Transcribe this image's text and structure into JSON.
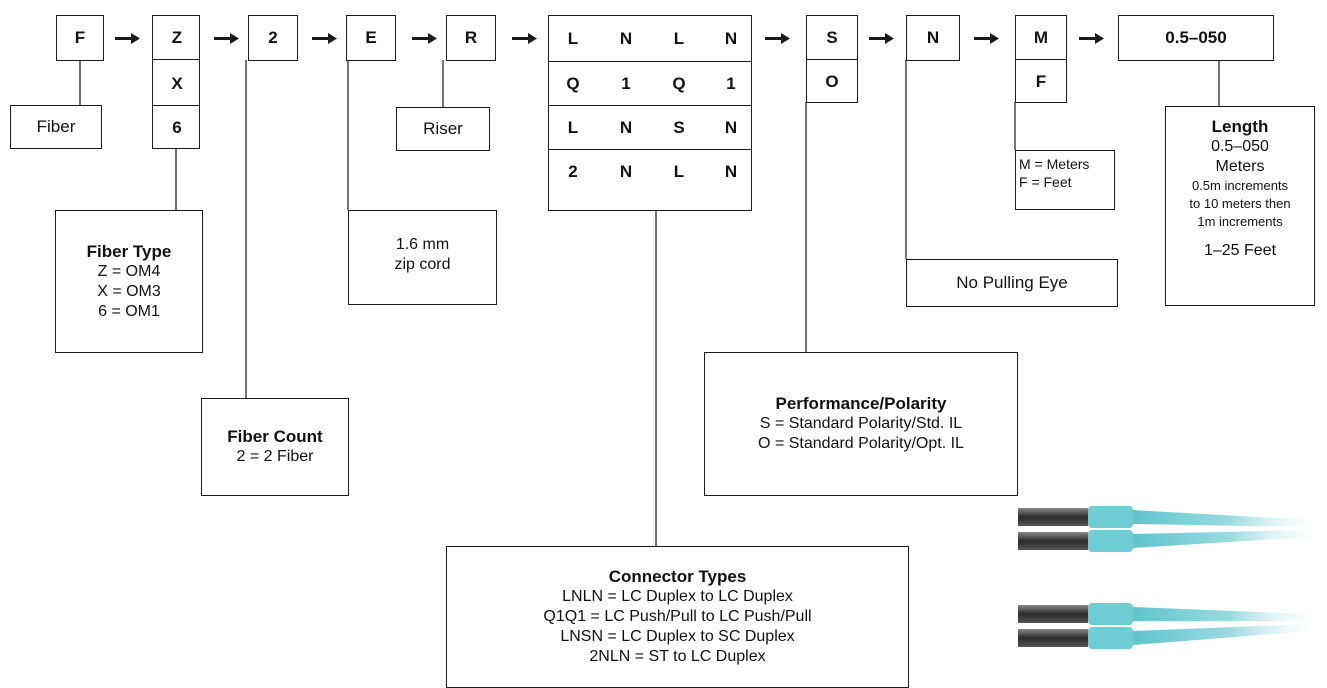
{
  "code_parts": {
    "series": "F",
    "fiber_type_code": "Z",
    "fiber_type_alts": [
      "X",
      "6"
    ],
    "fiber_count_code": "2",
    "jacket_code": "E",
    "rating_code": "R",
    "connector_rows": [
      [
        "L",
        "N",
        "L",
        "N"
      ],
      [
        "Q",
        "1",
        "Q",
        "1"
      ],
      [
        "L",
        "N",
        "S",
        "N"
      ],
      [
        "2",
        "N",
        "L",
        "N"
      ]
    ],
    "polarity_code": "S",
    "polarity_alt": "O",
    "pulling_eye_code": "N",
    "unit_code": "M",
    "unit_alt": "F",
    "length_code": "0.5–050"
  },
  "callouts": {
    "fiber": "Fiber",
    "riser": "Riser",
    "units": [
      "M = Meters",
      "F = Feet"
    ],
    "fiber_type": {
      "title": "Fiber Type",
      "lines": [
        "Z = OM4",
        "X = OM3",
        "6 = OM1"
      ]
    },
    "fiber_count": {
      "title": "Fiber Count",
      "lines": [
        "2 = 2 Fiber"
      ]
    },
    "jacket": {
      "lines": [
        "1.6 mm",
        "zip cord"
      ]
    },
    "pulling_eye": "No Pulling Eye",
    "performance": {
      "title": "Performance/Polarity",
      "lines": [
        "S = Standard Polarity/Std. IL",
        "O = Standard Polarity/Opt. IL"
      ]
    },
    "connectors": {
      "title": "Connector Types",
      "lines": [
        "LNLN = LC Duplex to LC Duplex",
        "Q1Q1 = LC Push/Pull to LC Push/Pull",
        "LNSN = LC Duplex to SC Duplex",
        "2NLN = ST to LC Duplex"
      ]
    },
    "length": {
      "title": "Length",
      "lines": [
        "0.5–050",
        "Meters"
      ],
      "small_lines": [
        "0.5m increments",
        "to 10 meters then",
        "1m increments"
      ],
      "feet": "1–25 Feet"
    }
  },
  "colors": {
    "line": "#1a1a1a",
    "cable": "#7fd0d6",
    "connector": "#3a3a3a"
  },
  "arrow_glyph": "→"
}
